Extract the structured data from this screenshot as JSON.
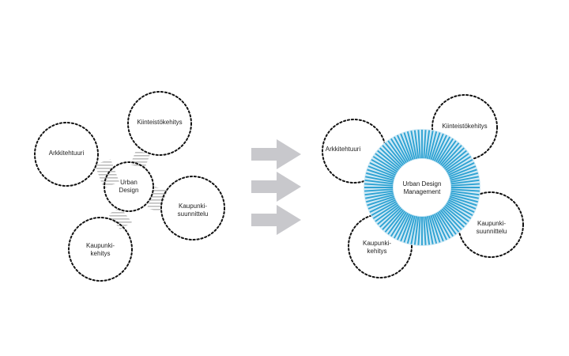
{
  "colors": {
    "accent": "#2fa3d3",
    "accent_light": "#cfe9f5",
    "arrow": "#c8c8cc",
    "hatch": "#bdbdbd",
    "outline": "#111111"
  },
  "left": {
    "center": "Urban\nDesign",
    "nodes": {
      "kiinteisto": "Kiinteistökehitys",
      "arkkitehtuuri": "Arkkitehtuuri",
      "kaupunkisuunnittelu": "Kaupunki-\nsuunnittelu",
      "kaupunkikehitys": "Kaupunki-\nkehitys"
    }
  },
  "right": {
    "center": "Urban Design\nManagement",
    "nodes": {
      "kiinteisto": "Kiinteistökehitys",
      "arkkitehtuuri": "Arkkitehtuuri",
      "kaupunkisuunnittelu": "Kaupunki-\nsuunnittelu",
      "kaupunkikehitys": "Kaupunki-\nkehitys"
    }
  },
  "arrows": {
    "count": 3
  }
}
